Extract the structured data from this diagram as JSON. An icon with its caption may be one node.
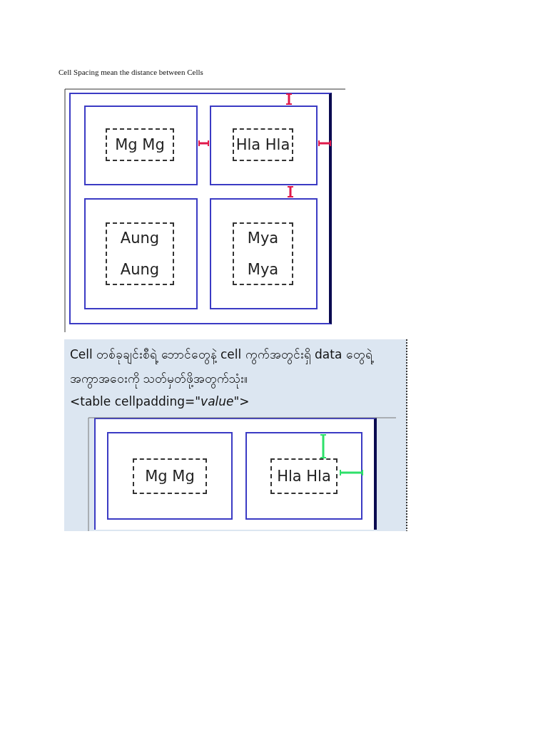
{
  "diagram": {
    "title": "Cell Spacing mean the distance between Cells",
    "nodes": [
      {
        "text": [],
        "shape": "box"
      },
      {
        "text": [],
        "shape": "box",
        "in": 0
      },
      {
        "text": [
          "Mg Mg"
        ],
        "in": 1
      },
      {
        "text": [],
        "shape": "box",
        "in": 0
      },
      {
        "text": [
          "Hla Hla"
        ],
        "in": 3
      },
      {
        "text": [],
        "shape": "box",
        "in": 0
      },
      {
        "text": [
          "Aung Aung"
        ],
        "in": 5
      },
      {
        "text": [],
        "shape": "box",
        "in": 0
      },
      {
        "text": [
          "Mya Mya"
        ],
        "in": 7
      },
      {
        "text": [
          "Cell တစ်ခုချင်းစီရဲ့ ဘောင်တွေနဲ့ cell ကွက်အတွင်းရှိ data တွေရဲ့ အကွာအဝေးကို သတ်မှတ်ဖို့အတွက်သုံး။",
          "<table cellpadding=\"*value*\">"
        ]
      },
      {
        "text": [],
        "shape": "box",
        "in": 9
      },
      {
        "text": [],
        "shape": "box",
        "in": 10
      },
      {
        "text": [
          "Mg Mg"
        ],
        "in": 11
      },
      {
        "text": [],
        "shape": "box",
        "in": 10
      },
      {
        "text": [
          "Hla Hla"
        ],
        "in": 13
      }
    ]
  }
}
